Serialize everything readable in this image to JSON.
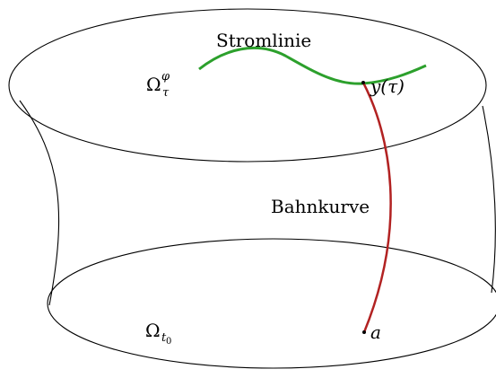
{
  "diagram": {
    "labels": {
      "stromlinie": "Stromlinie",
      "bahnkurve": "Bahnkurve",
      "omega_top_base": "Ω",
      "omega_top_sup": "φ",
      "omega_top_sub": "τ",
      "omega_bottom_base": "Ω",
      "omega_bottom_sub": "t",
      "omega_bottom_subsub": "0",
      "y_tau": "y(τ)",
      "a": "a"
    },
    "colors": {
      "outline": "#000000",
      "streamline": "#2ca02c",
      "trajectory": "#b22222"
    }
  }
}
